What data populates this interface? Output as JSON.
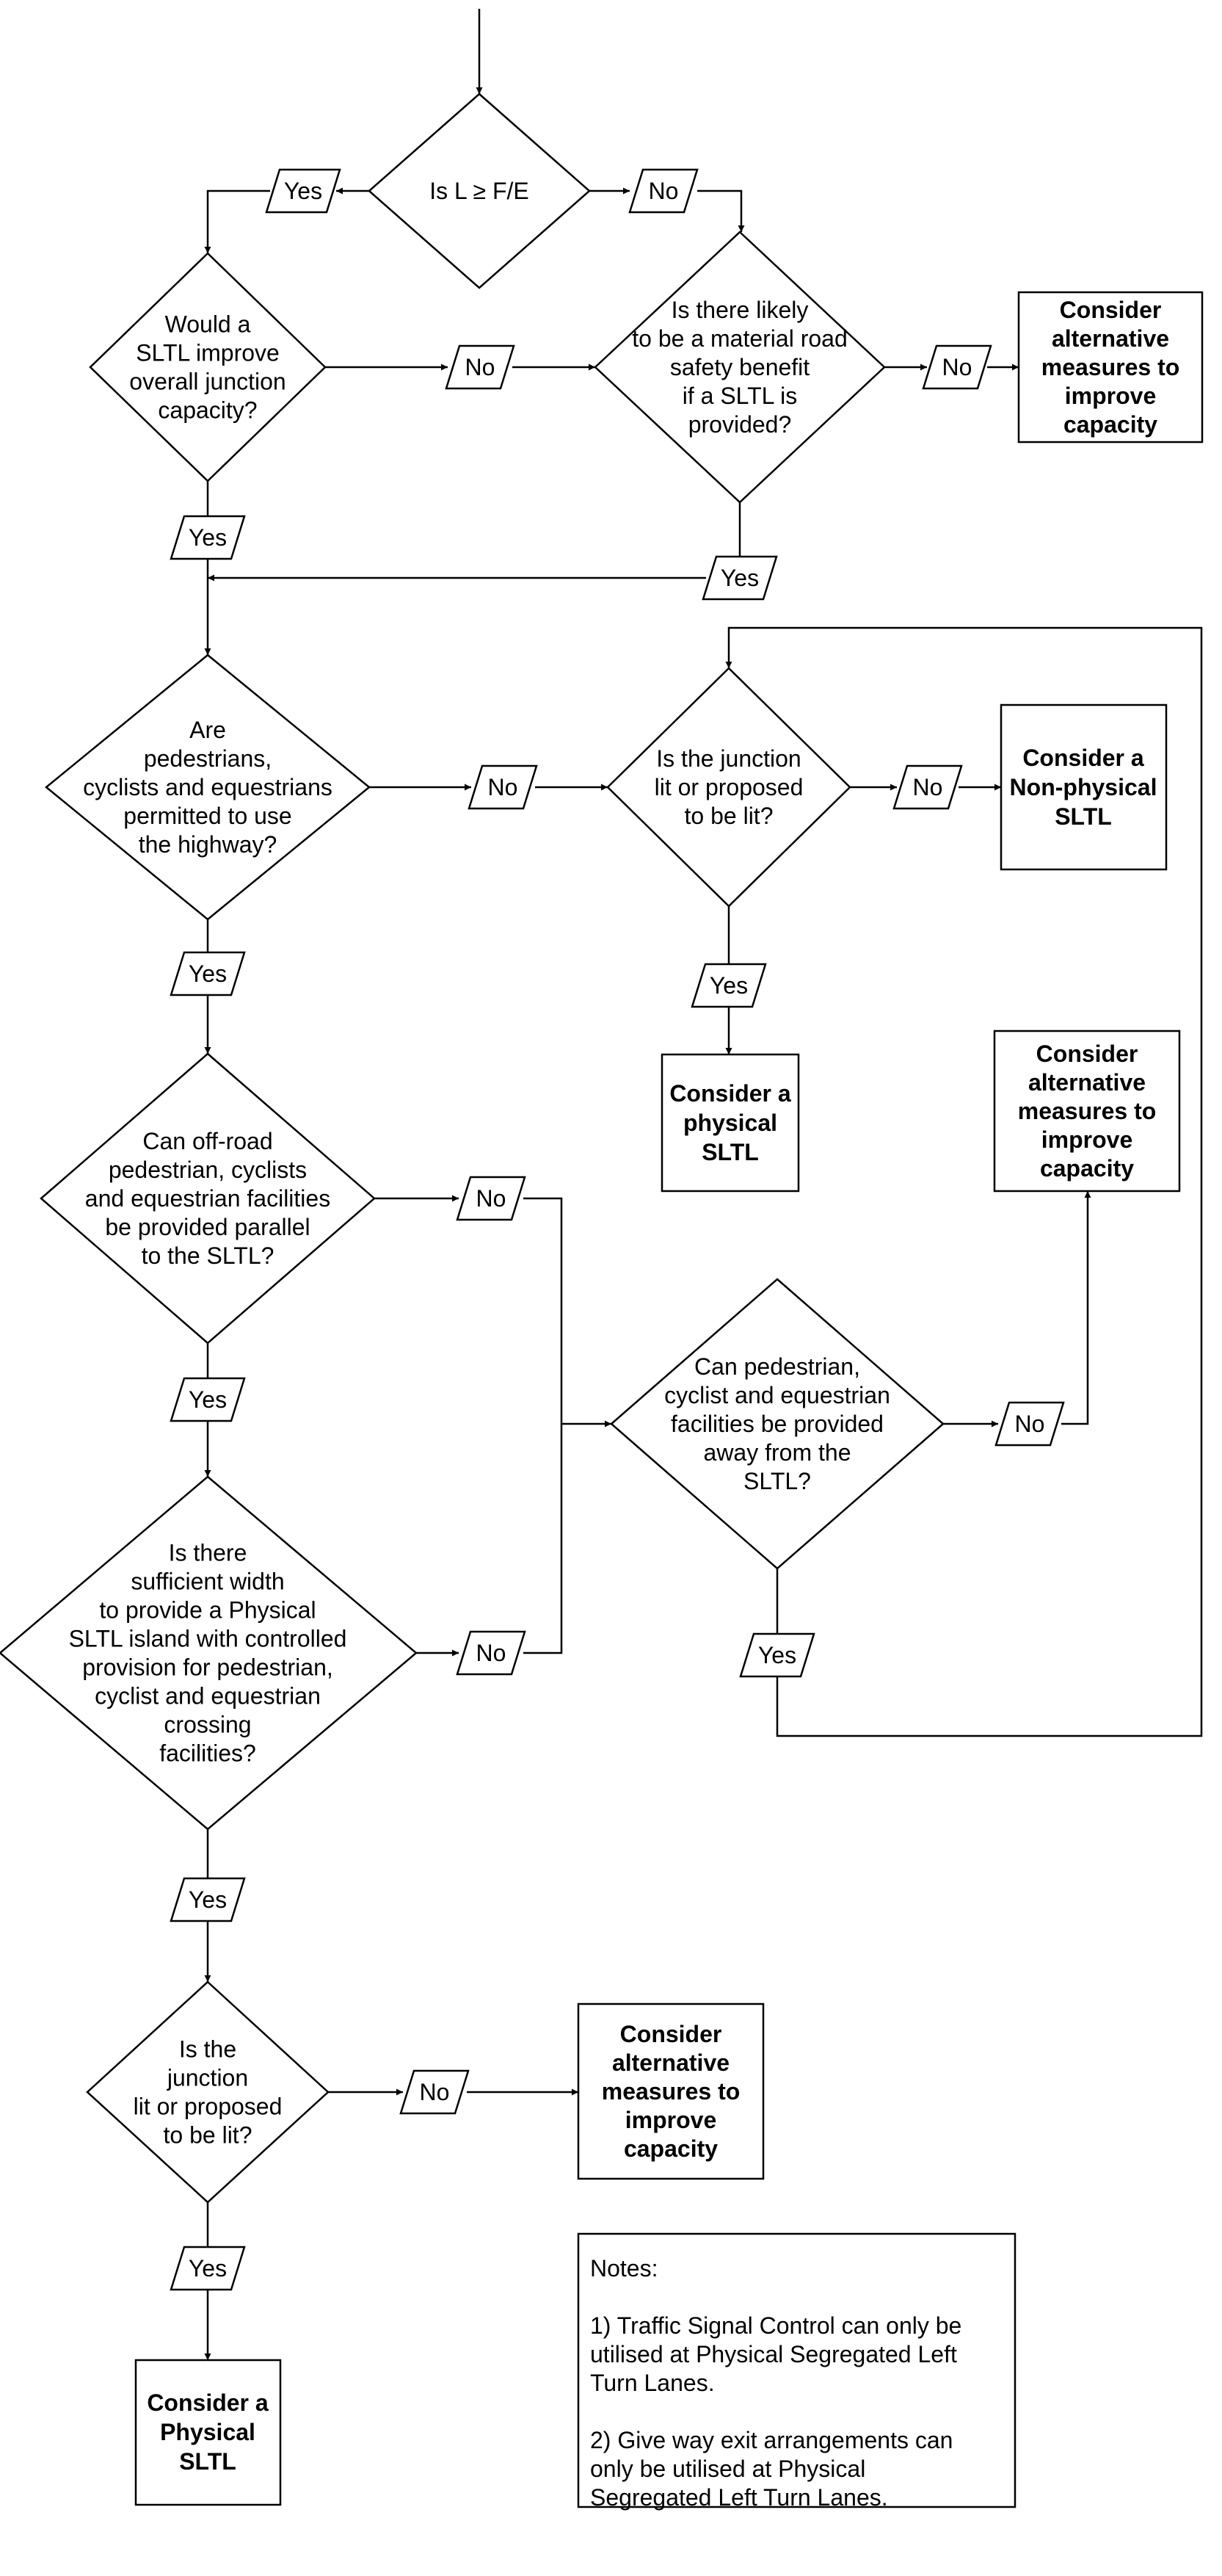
{
  "flowchart": {
    "nodes": {
      "d1": {
        "kind": "decision",
        "lines": [
          "Is L ≥ F/E"
        ]
      },
      "d2": {
        "kind": "decision",
        "lines": [
          "Would a",
          "SLTL improve",
          "overall junction",
          "capacity?"
        ]
      },
      "d3": {
        "kind": "decision",
        "lines": [
          "Is there likely",
          "to be a material road",
          "safety benefit",
          "if a SLTL is",
          "provided?"
        ]
      },
      "t1": {
        "kind": "terminal",
        "lines": [
          "Consider",
          "alternative",
          "measures to",
          "improve",
          "capacity"
        ]
      },
      "d4": {
        "kind": "decision",
        "lines": [
          "Are",
          "pedestrians,",
          "cyclists and equestrians",
          "permitted to use",
          "the highway?"
        ]
      },
      "d5": {
        "kind": "decision",
        "lines": [
          "Is the junction",
          "lit or proposed",
          "to be lit?"
        ]
      },
      "t2": {
        "kind": "terminal",
        "lines": [
          "Consider a",
          "Non-physical",
          "SLTL"
        ]
      },
      "t3": {
        "kind": "terminal",
        "lines": [
          "Consider a",
          "physical",
          "SLTL"
        ]
      },
      "t4": {
        "kind": "terminal",
        "lines": [
          "Consider",
          "alternative",
          "measures to",
          "improve",
          "capacity"
        ]
      },
      "d6": {
        "kind": "decision",
        "lines": [
          "Can off-road",
          "pedestrian, cyclists",
          "and equestrian facilities",
          "be provided parallel",
          "to the SLTL?"
        ]
      },
      "d7": {
        "kind": "decision",
        "lines": [
          "Can pedestrian,",
          "cyclist and equestrian",
          "facilities be provided",
          "away from the",
          "SLTL?"
        ]
      },
      "d8": {
        "kind": "decision",
        "lines": [
          "Is there",
          "sufficient width",
          "to provide a Physical",
          "SLTL island with controlled",
          "provision for pedestrian,",
          "cyclist and equestrian",
          "crossing",
          "facilities?"
        ]
      },
      "d9": {
        "kind": "decision",
        "lines": [
          "Is the",
          "junction",
          "lit or proposed",
          "to be lit?"
        ]
      },
      "t5": {
        "kind": "terminal",
        "lines": [
          "Consider",
          "alternative",
          "measures to",
          "improve",
          "capacity"
        ]
      },
      "t6": {
        "kind": "terminal",
        "lines": [
          "Consider a",
          "Physical",
          "SLTL"
        ]
      }
    },
    "yes_label": "Yes",
    "no_label": "No",
    "notes": {
      "title": "Notes:",
      "lines": [
        "1) Traffic Signal Control can only be",
        "utilised at Physical Segregated Left",
        "Turn Lanes.",
        "",
        "2) Give way exit arrangements can",
        "only be utilised at Physical",
        "Segregated Left Turn Lanes."
      ]
    }
  }
}
